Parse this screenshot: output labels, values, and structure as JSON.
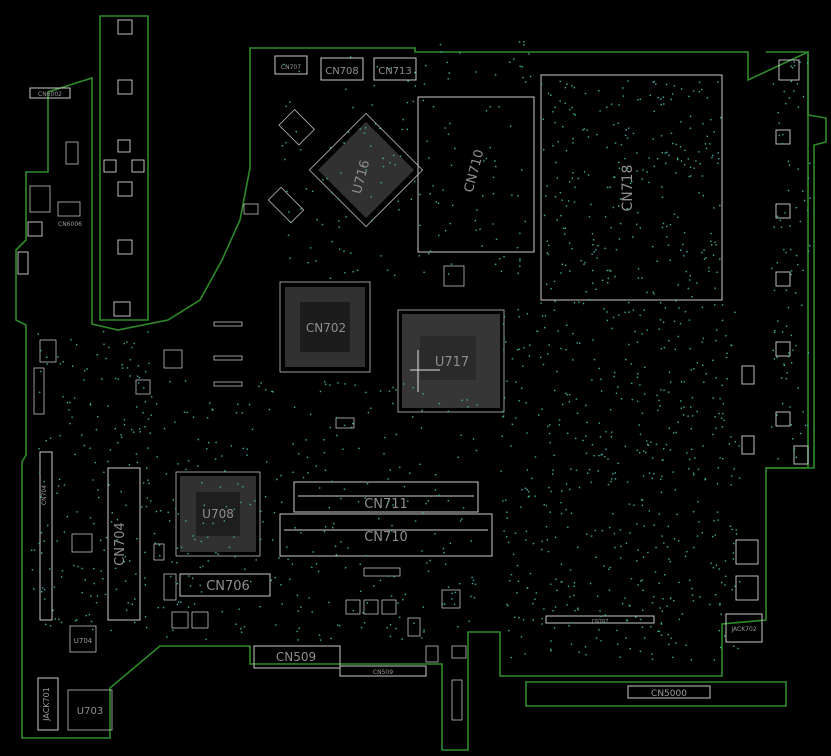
{
  "labels": {
    "cn707": "CN707",
    "cn708": "CN708",
    "cn713": "CN713",
    "cn6002": "CN6002",
    "cn6006": "CN6006",
    "cn718": "CN718",
    "u716": "U716",
    "cn710_top": "CN710",
    "cn702": "CN702",
    "u717": "U717",
    "cn704_small": "CN704",
    "cn704": "CN704",
    "u708": "U708",
    "cn711": "CN711",
    "cn710": "CN710",
    "cn706": "CN706",
    "cn509": "CN509",
    "cn707_bottom": "CN707",
    "jack702": "JACK702",
    "cn5000": "CN5000",
    "jack701": "JACK701",
    "u703": "U703",
    "u704": "U704",
    "cn509_small": "CN509"
  },
  "colors": {
    "board_outline": "#2f8a2a",
    "silkscreen": "#c8c8c8",
    "via": "#3fae9f",
    "background": "#000000"
  }
}
